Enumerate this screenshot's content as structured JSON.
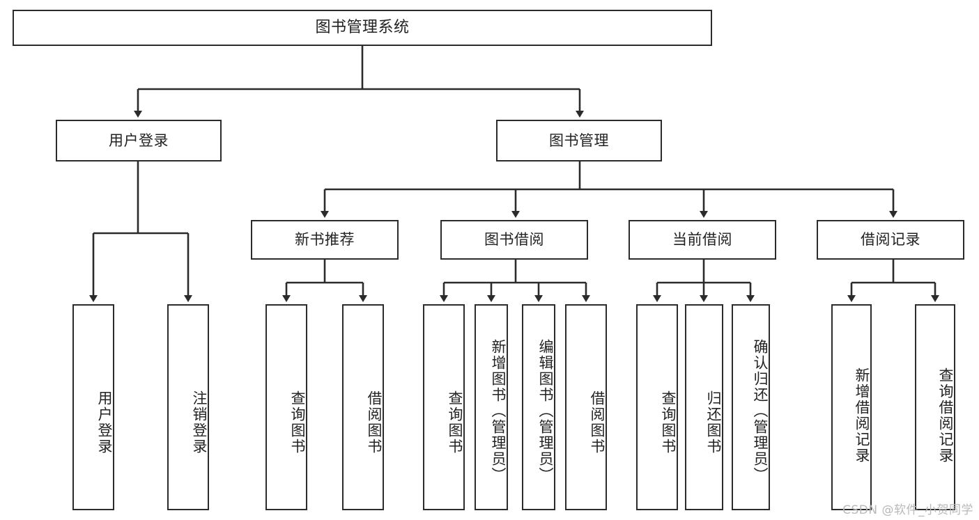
{
  "diagram": {
    "title": "图书管理系统",
    "watermark": "CSDN @软件_小贺同学",
    "line_color": "#2b2b2b",
    "text_color": "#222222",
    "background": "#ffffff",
    "root": {
      "label": "图书管理系统"
    },
    "level1": [
      {
        "label": "用户登录"
      },
      {
        "label": "图书管理"
      }
    ],
    "level2": [
      {
        "label": "新书推荐"
      },
      {
        "label": "图书借阅"
      },
      {
        "label": "当前借阅"
      },
      {
        "label": "借阅记录"
      }
    ],
    "leaves": {
      "user_login": [
        {
          "label": "用户登录"
        },
        {
          "label": "注销登录"
        }
      ],
      "new_book": [
        {
          "label": "查询图书"
        },
        {
          "label": "借阅图书"
        }
      ],
      "book_borrow": [
        {
          "label": "查询图书"
        },
        {
          "label": "新增图书（管理员）"
        },
        {
          "label": "编辑图书（管理员）"
        },
        {
          "label": "借阅图书"
        }
      ],
      "current_borrow": [
        {
          "label": "查询图书"
        },
        {
          "label": "归还图书"
        },
        {
          "label": "确认归还（管理员）"
        }
      ],
      "borrow_record": [
        {
          "label": "新增借阅记录"
        },
        {
          "label": "查询借阅记录"
        }
      ]
    }
  }
}
